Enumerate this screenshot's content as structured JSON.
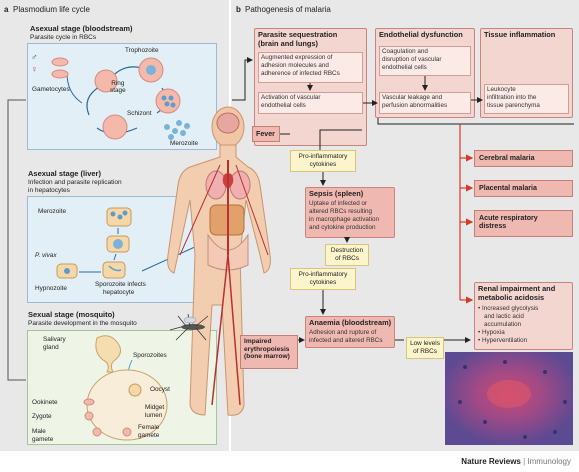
{
  "panel_a": {
    "title": "Plasmodium life cycle",
    "letter": "a",
    "blood": {
      "title": "Asexual stage (bloodstream)",
      "subtitle": "Parasite cycle in RBCs",
      "labels": [
        "Trophozoite",
        "Ring stage",
        "Schizont",
        "Merozoite",
        "Gametocytes"
      ],
      "symbols": [
        "♂",
        "♀"
      ]
    },
    "liver": {
      "title": "Asexual stage (liver)",
      "subtitle_1": "Infection and parasite replication",
      "subtitle_2": "in hepatocytes",
      "labels": [
        "Merozoite",
        "P. vivax",
        "Hypnozoite",
        "Sporozoite infects",
        "hepatocyte"
      ]
    },
    "mosquito": {
      "title": "Sexual stage (mosquito)",
      "subtitle": "Parasite development in the mosquito",
      "labels": [
        "Salivary",
        "gland",
        "Sporozoites",
        "Oocyst",
        "Ookinete",
        "Midget",
        "lumen",
        "Zygote",
        "Male",
        "gamete",
        "Female",
        "gamete"
      ]
    }
  },
  "panel_b": {
    "title": "Pathogenesis of malaria",
    "letter": "b",
    "sequestration": {
      "header_1": "Parasite sequestration",
      "header_2": "(brain and lungs)",
      "box1": [
        "Augmented expression of",
        "adhesion molecules and",
        "adherence of infected RBCs"
      ],
      "box2": [
        "Activation of vascular",
        "endothelial cells"
      ]
    },
    "endothelial": {
      "header": "Endothelial dysfunction",
      "box1": [
        "Coagulation and",
        "disruption of vascular",
        "endothelial cells"
      ],
      "box2": [
        "Vascular leakage and",
        "perfusion abnormalities"
      ]
    },
    "inflammation": {
      "header": "Tissue inflammation",
      "box1": [
        "Leukocyte",
        "infiltration into the",
        "tissue parenchyma"
      ]
    },
    "fever": "Fever",
    "proinflam_1": [
      "Pro-inflammatory",
      "cytokines"
    ],
    "sepsis": {
      "header": "Sepsis (spleen)",
      "body": [
        "Uptake of infected or",
        "altered RBCs resulting",
        "in macrophage activation",
        "and cytokine production"
      ]
    },
    "destruction": [
      "Destruction",
      "of RBCs"
    ],
    "proinflam_2": [
      "Pro-inflammatory",
      "cytokines"
    ],
    "anaemia": {
      "header": "Anaemia (bloodstream)",
      "body": [
        "Adhesion and rupture of",
        "infected and altered RBCs"
      ]
    },
    "impaired": [
      "Impaired",
      "erythropoiesis",
      "(bone marrow)"
    ],
    "low_levels": [
      "Low levels",
      "of RBCs"
    ],
    "outcomes": {
      "cerebral": "Cerebral malaria",
      "placental": "Placental malaria",
      "respiratory_1": "Acute respiratory",
      "respiratory_2": "distress",
      "renal_title_1": "Renal impairment and",
      "renal_title_2": "metabolic acidosis",
      "renal_items": [
        "• Increased glycolysis",
        "and lactic acid",
        "accumulation",
        "• Hypoxia",
        "• Hyperventilation"
      ]
    }
  },
  "footer": {
    "journal": "Nature Reviews",
    "separator": " | ",
    "section": "Immunology"
  },
  "colors": {
    "panel_bg": "#e8e8e8",
    "box_pink": "#f3d6cf",
    "box_dark_pink": "#efb9b1",
    "yellow_box": "#fcf5cc",
    "blue_stage": "#e3eff6",
    "red_arrow": "#d23a2a"
  }
}
